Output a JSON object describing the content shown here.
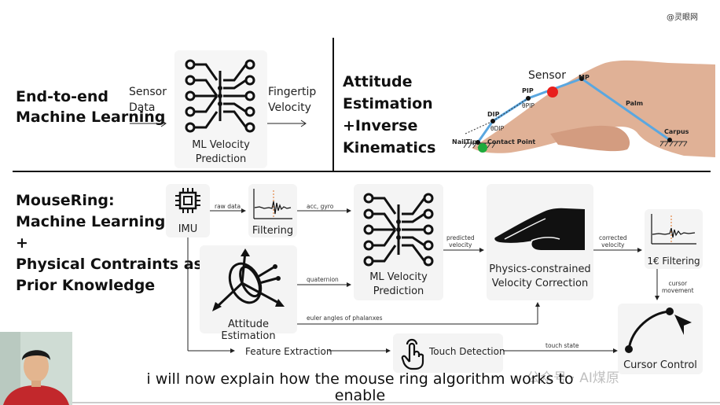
{
  "watermark_top": "@灵眼网",
  "top": {
    "left_heading": [
      "End-to-end",
      "Machine Learning"
    ],
    "sensor_label": [
      "Sensor",
      "Data"
    ],
    "fingertip_label": [
      "Fingertip",
      "Velocity"
    ],
    "ml_caption": [
      "ML Velocity",
      "Prediction"
    ],
    "right_heading": [
      "Attitude",
      "Estimation",
      "+Inverse",
      "Kinematics"
    ],
    "hand": {
      "sensor": "Sensor",
      "mp": "MP",
      "pip": "PIP",
      "theta_pip": "θPIP",
      "dip": "DIP",
      "theta_dip": "θDIP",
      "palm": "Palm",
      "carpus": "Carpus",
      "nailtip": "NailTip",
      "contact": "Contact Point"
    }
  },
  "bottom": {
    "heading": [
      "MouseRing:",
      "Machine Learning",
      "+",
      "Physical Contraints as",
      "Prior Knowledge"
    ],
    "imu": "IMU",
    "raw_data": "raw data",
    "filtering": "Filtering",
    "acc_gyro": "acc, gyro",
    "ml_caption": [
      "ML Velocity",
      "Prediction"
    ],
    "predicted_velocity": [
      "predicted",
      "velocity"
    ],
    "physics": [
      "Physics-constrained",
      "Velocity Correction"
    ],
    "corrected_velocity": [
      "corrected",
      "velocity"
    ],
    "one_euro": "1€ Filtering",
    "cursor_movement": [
      "cursor",
      "movement"
    ],
    "quaternion": "quaternion",
    "attitude": "Attitude Estimation",
    "euler": "euler angles of phalanxes",
    "feature": "Feature Extraction",
    "touch": "Touch Detection",
    "touch_state": "touch state",
    "cursor_control": "Cursor Control"
  },
  "watermark_bottom": "公众号 · AI煤原",
  "subtitle": [
    "i will now explain how the mouse ring algorithm works to",
    "enable"
  ]
}
